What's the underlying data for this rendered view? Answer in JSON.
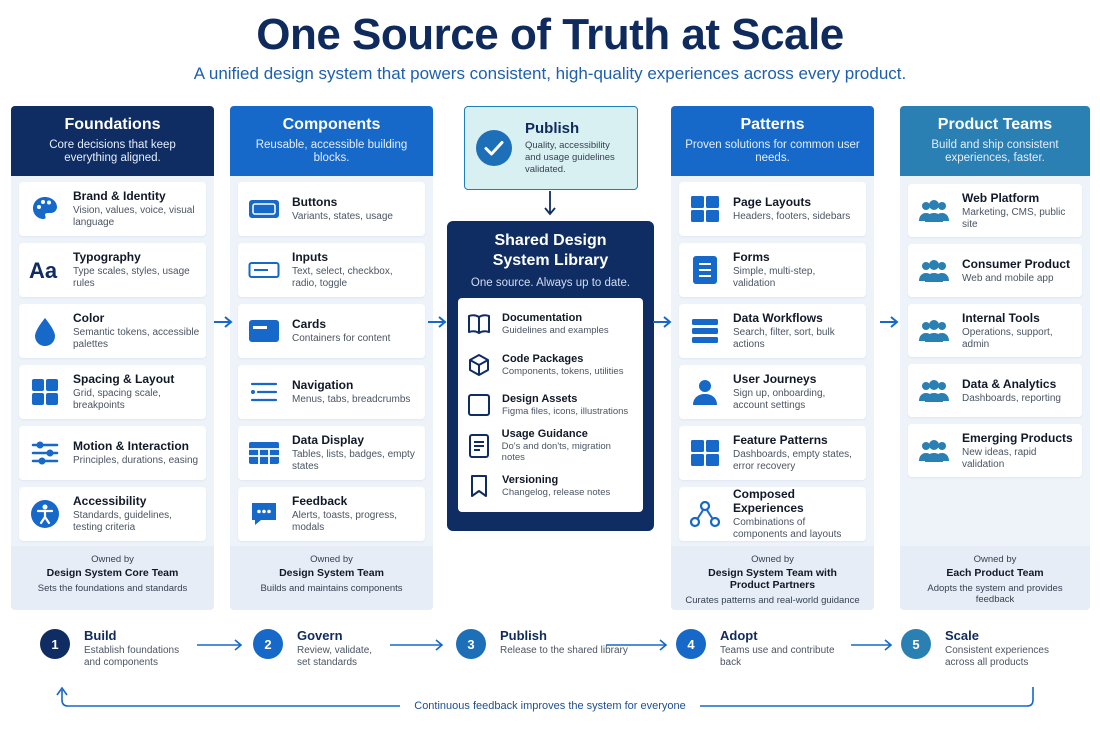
{
  "header": {
    "title": "One Source of Truth at Scale",
    "subtitle": "A unified design system that powers consistent, high-quality experiences across every product."
  },
  "colors": {
    "navy": "#0f2d63",
    "blue": "#1668c9",
    "teal": "#2a7fb3",
    "light": "#eef3fa"
  },
  "columns": [
    {
      "title": "Foundations",
      "desc": "Core decisions that keep everything aligned.",
      "items": [
        {
          "title": "Brand & Identity",
          "sub": "Vision, values, voice, visual language",
          "icon": "palette-icon"
        },
        {
          "title": "Typography",
          "sub": "Type scales, styles, usage rules",
          "icon": "typography-icon"
        },
        {
          "title": "Color",
          "sub": "Semantic tokens, accessible palettes",
          "icon": "drop-icon"
        },
        {
          "title": "Spacing & Layout",
          "sub": "Grid, spacing scale, breakpoints",
          "icon": "grid-icon"
        },
        {
          "title": "Motion & Interaction",
          "sub": "Principles, durations, easing",
          "icon": "sliders-icon"
        },
        {
          "title": "Accessibility",
          "sub": "Standards, guidelines, testing criteria",
          "icon": "accessibility-icon"
        }
      ],
      "owner_label": "Owned by",
      "owner": "Design System Core Team",
      "owner_desc": "Sets the foundations and standards"
    },
    {
      "title": "Components",
      "desc": "Reusable, accessible building blocks.",
      "items": [
        {
          "title": "Buttons",
          "sub": "Variants, states, usage",
          "icon": "button-icon"
        },
        {
          "title": "Inputs",
          "sub": "Text, select, checkbox, radio, toggle",
          "icon": "input-icon"
        },
        {
          "title": "Cards",
          "sub": "Containers for content",
          "icon": "card-icon"
        },
        {
          "title": "Navigation",
          "sub": "Menus, tabs, breadcrumbs",
          "icon": "navigation-icon"
        },
        {
          "title": "Data Display",
          "sub": "Tables, lists, badges, empty states",
          "icon": "table-icon"
        },
        {
          "title": "Feedback",
          "sub": "Alerts, toasts, progress, modals",
          "icon": "chat-icon"
        }
      ],
      "owner_label": "Owned by",
      "owner": "Design System Team",
      "owner_desc": "Builds and maintains components"
    },
    {
      "title": "Patterns",
      "desc": "Proven solutions for common user needs.",
      "items": [
        {
          "title": "Page Layouts",
          "sub": "Headers, footers, sidebars",
          "icon": "layout-icon"
        },
        {
          "title": "Forms",
          "sub": "Simple, multi-step, validation",
          "icon": "form-icon"
        },
        {
          "title": "Data Workflows",
          "sub": "Search, filter, sort, bulk actions",
          "icon": "stack-icon"
        },
        {
          "title": "User Journeys",
          "sub": "Sign up, onboarding, account settings",
          "icon": "user-icon"
        },
        {
          "title": "Feature Patterns",
          "sub": "Dashboards, empty states, error recovery",
          "icon": "layout-icon"
        },
        {
          "title": "Composed Experiences",
          "sub": "Combinations of components and layouts",
          "icon": "network-icon"
        }
      ],
      "owner_label": "Owned by",
      "owner": "Design System Team with Product Partners",
      "owner_desc": "Curates patterns and real-world guidance"
    },
    {
      "title": "Product Teams",
      "desc": "Build and ship consistent experiences, faster.",
      "items": [
        {
          "title": "Web Platform",
          "sub": "Marketing, CMS, public site",
          "icon": "team-icon"
        },
        {
          "title": "Consumer Product",
          "sub": "Web and mobile app",
          "icon": "team-icon"
        },
        {
          "title": "Internal Tools",
          "sub": "Operations, support, admin",
          "icon": "team-icon"
        },
        {
          "title": "Data & Analytics",
          "sub": "Dashboards, reporting",
          "icon": "team-icon"
        },
        {
          "title": "Emerging Products",
          "sub": "New ideas, rapid validation",
          "icon": "team-icon"
        }
      ],
      "owner_label": "Owned by",
      "owner": "Each Product Team",
      "owner_desc": "Adopts the system and provides feedback"
    }
  ],
  "publish": {
    "title": "Publish",
    "desc": "Quality, accessibility and usage guidelines validated."
  },
  "library": {
    "title": "Shared Design System Library",
    "subtitle": "One source. Always up to date.",
    "items": [
      {
        "title": "Documentation",
        "sub": "Guidelines and examples",
        "icon": "book-icon"
      },
      {
        "title": "Code Packages",
        "sub": "Components, tokens, utilities",
        "icon": "package-icon"
      },
      {
        "title": "Design Assets",
        "sub": "Figma files, icons, illustrations",
        "icon": "square-icon"
      },
      {
        "title": "Usage Guidance",
        "sub": "Do's and don'ts, migration notes",
        "icon": "document-icon"
      },
      {
        "title": "Versioning",
        "sub": "Changelog, release notes",
        "icon": "bookmark-icon"
      }
    ]
  },
  "steps": [
    {
      "num": "1",
      "title": "Build",
      "sub": "Establish foundations and components"
    },
    {
      "num": "2",
      "title": "Govern",
      "sub": "Review, validate, set standards"
    },
    {
      "num": "3",
      "title": "Publish",
      "sub": "Release to the shared library"
    },
    {
      "num": "4",
      "title": "Adopt",
      "sub": "Teams use and contribute back"
    },
    {
      "num": "5",
      "title": "Scale",
      "sub": "Consistent experiences across all products"
    }
  ],
  "loop": "Continuous feedback improves the system for everyone"
}
